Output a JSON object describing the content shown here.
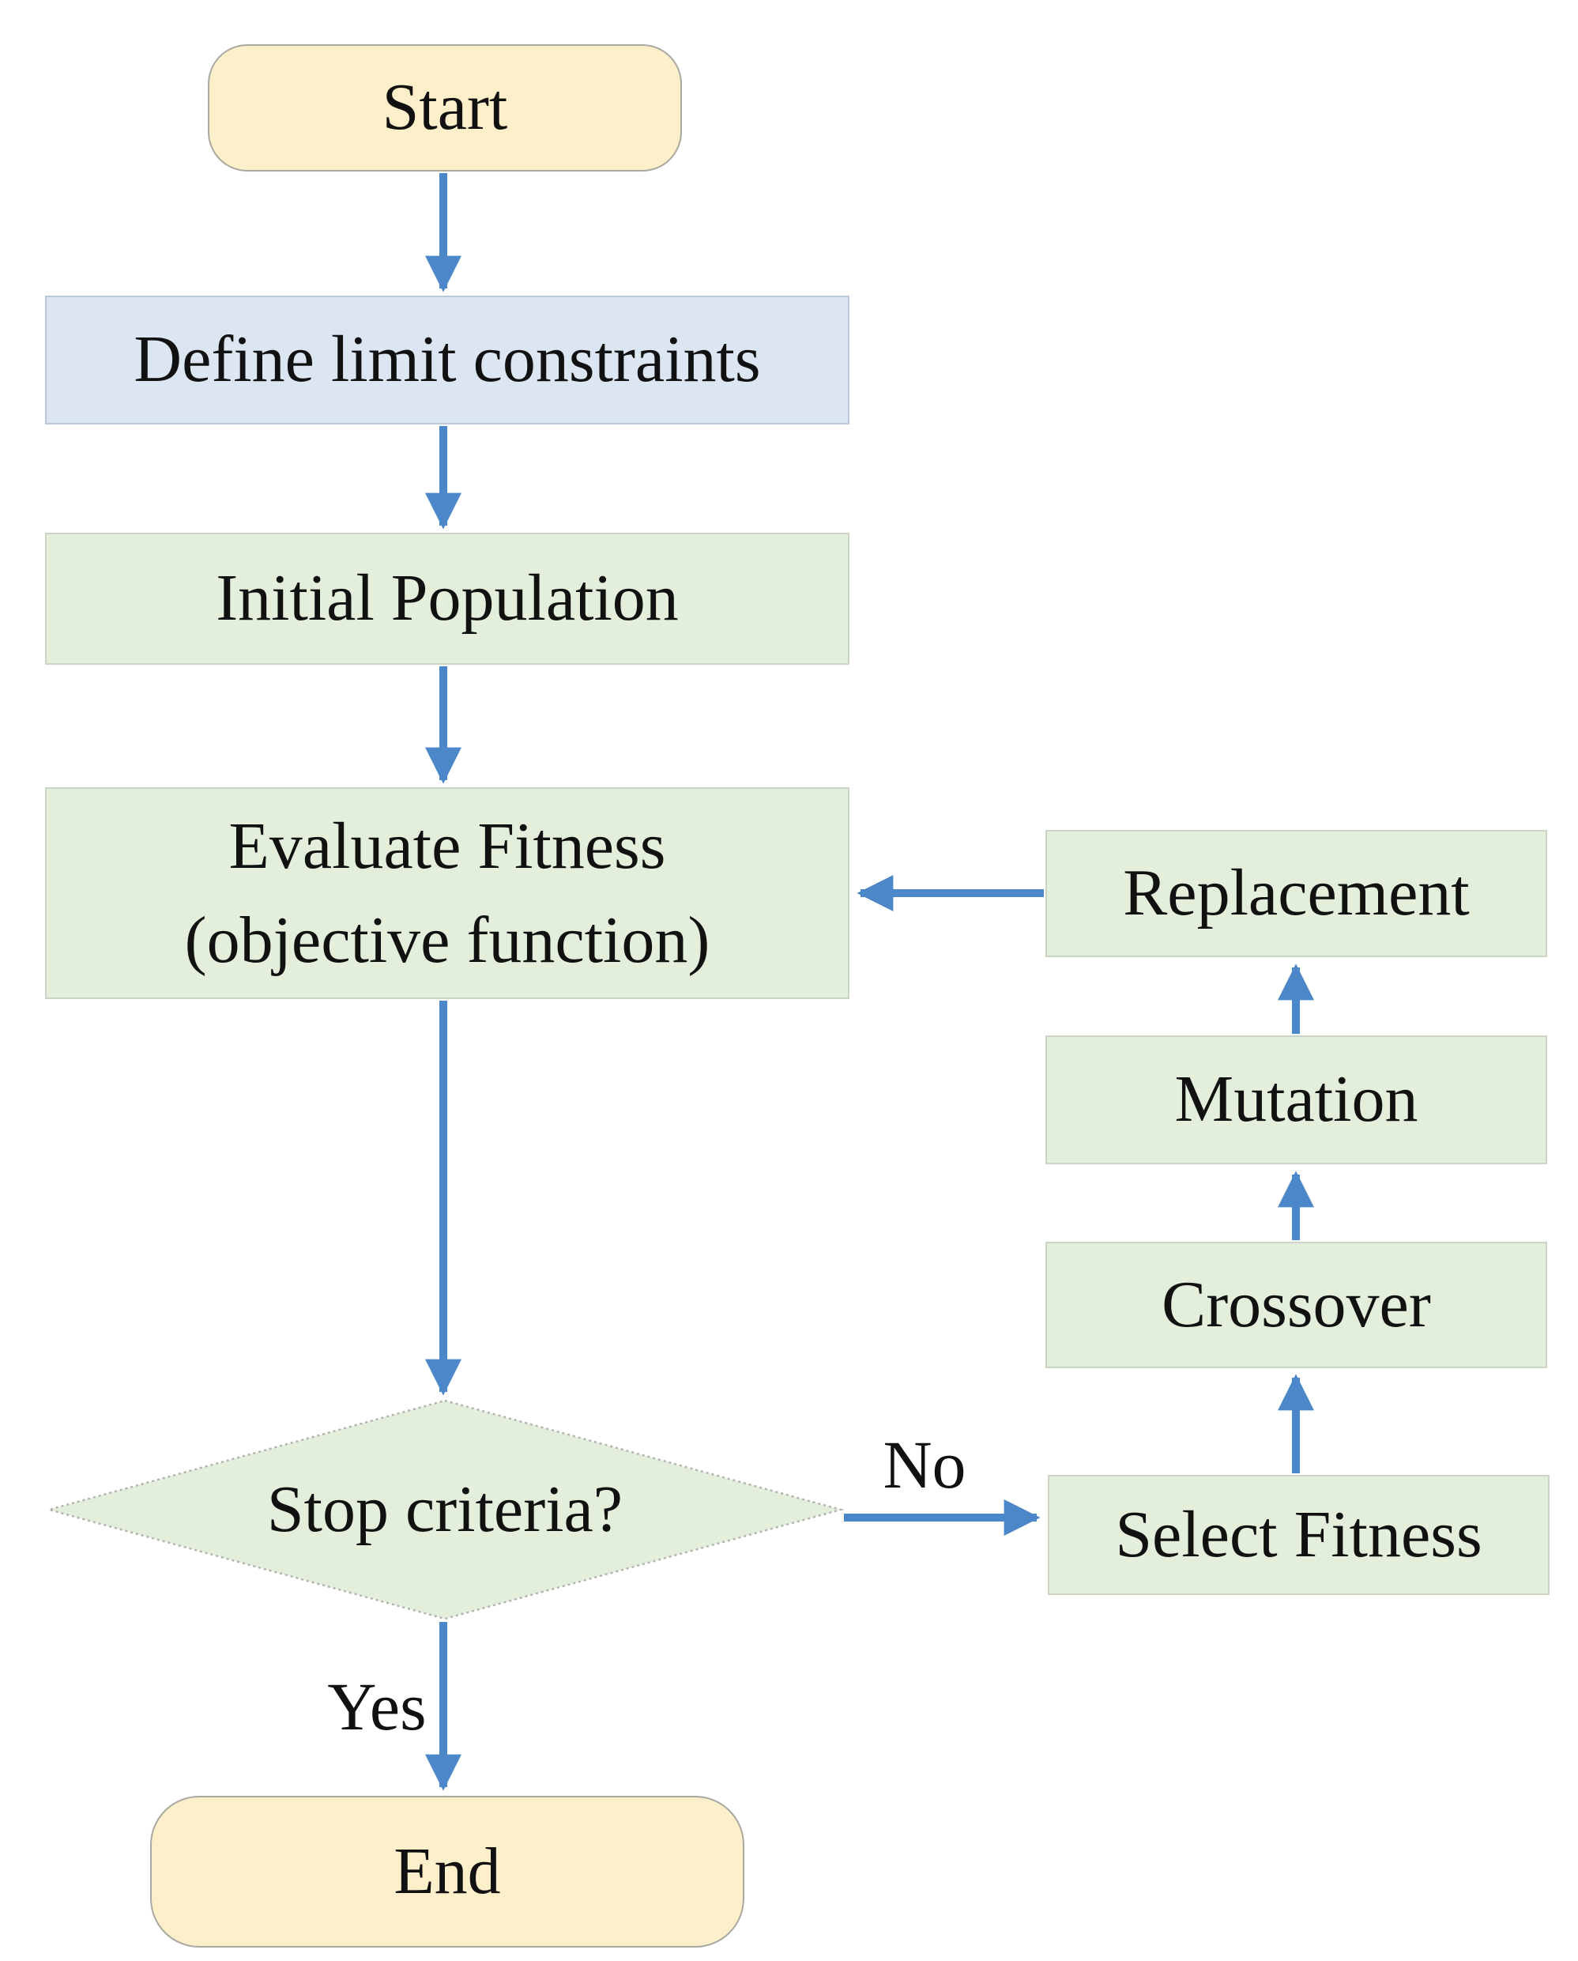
{
  "flowchart": {
    "nodes": {
      "start": {
        "label": "Start",
        "shape": "terminator",
        "fill": "#fcefc9"
      },
      "define_constraints": {
        "label": "Define limit constraints",
        "shape": "process",
        "fill": "#dce6f2"
      },
      "initial_population": {
        "label": "Initial Population",
        "shape": "process",
        "fill": "#e3efdb"
      },
      "evaluate_fitness": {
        "label_line1": "Evaluate Fitness",
        "label_line2": "(objective function)",
        "shape": "process",
        "fill": "#e3efdb"
      },
      "stop_criteria": {
        "label": "Stop criteria?",
        "shape": "decision",
        "fill": "#e3efdb"
      },
      "end": {
        "label": "End",
        "shape": "terminator",
        "fill": "#fcefc9"
      },
      "select_fitness": {
        "label": "Select Fitness",
        "shape": "process",
        "fill": "#e3efdb"
      },
      "crossover": {
        "label": "Crossover",
        "shape": "process",
        "fill": "#e3efdb"
      },
      "mutation": {
        "label": "Mutation",
        "shape": "process",
        "fill": "#e3efdb"
      },
      "replacement": {
        "label": "Replacement",
        "shape": "process",
        "fill": "#e3efdb"
      }
    },
    "edge_labels": {
      "yes": "Yes",
      "no": "No"
    },
    "colors": {
      "arrow": "#4c88c9",
      "text": "#111111",
      "background": "#ffffff",
      "terminator_fill": "#fcefc9",
      "process_blue_fill": "#dce6f2",
      "process_green_fill": "#e3efdb"
    }
  }
}
